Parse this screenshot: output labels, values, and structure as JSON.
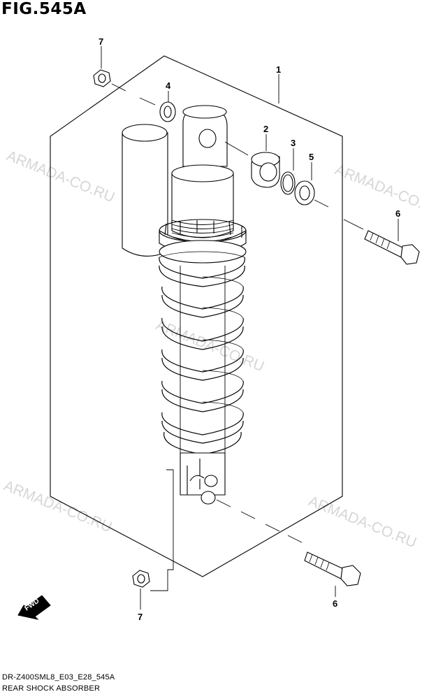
{
  "figure": {
    "title": "FIG.545A",
    "model_code": "DR-Z400SML8_E03_E28_545A",
    "caption": "REAR SHOCK ABSORBER"
  },
  "watermark": "ARMADA-CO.RU",
  "callouts": {
    "c1": "1",
    "c2": "2",
    "c3": "3",
    "c4": "4",
    "c5": "5",
    "c6_top": "6",
    "c6_bottom": "6",
    "c7_top": "7",
    "c7_bottom": "7"
  },
  "fwd_label": "FWD"
}
